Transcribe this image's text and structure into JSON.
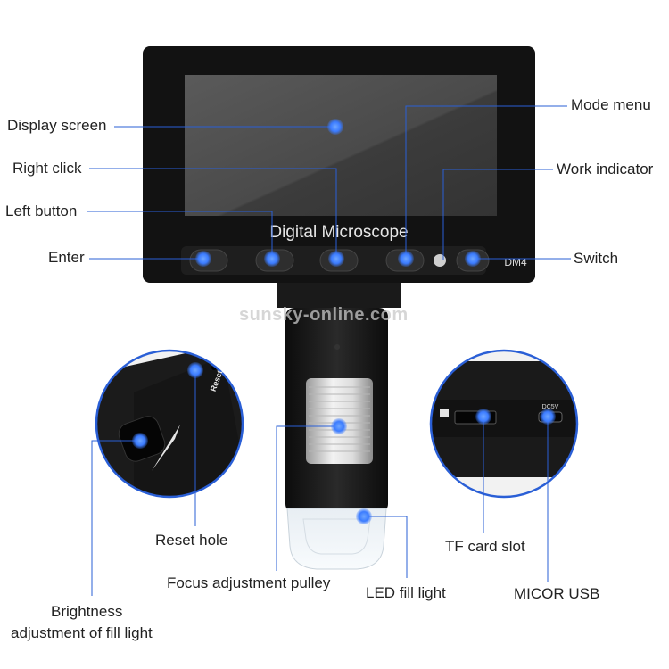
{
  "device": {
    "brand_text": "Digital Microscope",
    "model_text": "DM4",
    "reset_text": "Reset",
    "usb_text": "DC5V"
  },
  "watermark": "sunsky-online.com",
  "labels": {
    "display_screen": "Display screen",
    "right_click": "Right click",
    "left_button": "Left button",
    "enter": "Enter",
    "mode_menu": "Mode menu",
    "work_indicator": "Work indicator",
    "switch": "Switch",
    "reset_hole": "Reset hole",
    "focus_pulley": "Focus adjustment pulley",
    "led_fill_light": "LED fill light",
    "tf_card_slot": "TF card slot",
    "micor_usb": "MICOR USB",
    "brightness_line1": "Brightness",
    "brightness_line2": "adjustment of fill light"
  },
  "colors": {
    "marker": "#3b7bff",
    "leader": "#2a5fd6",
    "device_body": "#111111",
    "screen": "#4a4a4a"
  }
}
